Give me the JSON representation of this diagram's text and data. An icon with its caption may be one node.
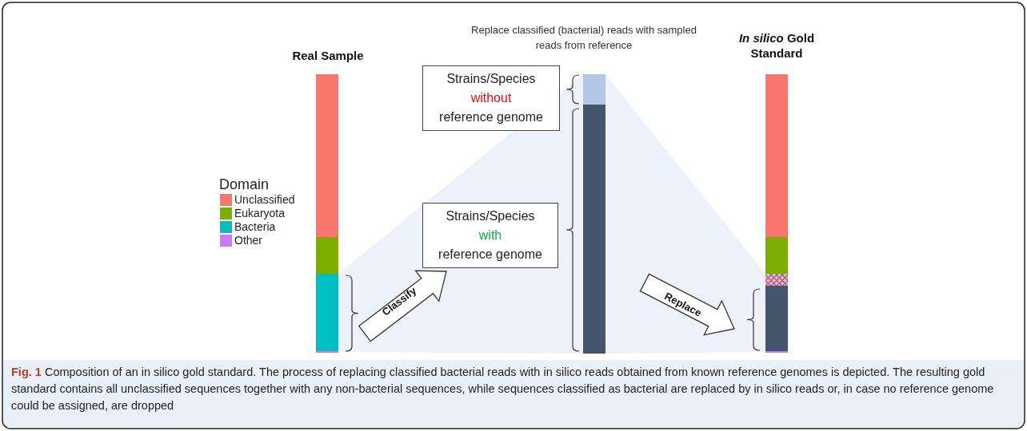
{
  "diagram": {
    "caption": "**Fig. 1** Composition of an in silico gold standard. The process of replacing classified bacterial reads with in silico reads obtained from known reference genomes is depicted. The resulting gold standard contains all unclassified sequences together with any non-bacterial sequences, while sequences classified as bacterial are replaced by in silico reads or, in case no reference genome could be assigned, are dropped",
    "nodes": [
      {
        "text": [
          "Real Sample"
        ]
      },
      {
        "text": [
          "Strains/Species",
          "without",
          "reference genome"
        ]
      },
      {
        "text": [
          "Strains/Species",
          "with",
          "reference genome"
        ]
      },
      {
        "text": [
          "Replace classified (bacterial) reads with sampled reads from reference"
        ]
      },
      {
        "text": [
          "*In silico* Gold Standard"
        ]
      }
    ],
    "edges": [
      {
        "from": 0,
        "to": 2,
        "arrow": "to",
        "label": "Classify"
      },
      {
        "from": 3,
        "to": 4,
        "arrow": "to",
        "label": "Replace"
      }
    ],
    "labels": [
      "Domain"
    ],
    "legend": [
      {
        "text": "Unclassified",
        "color": "#f8766d"
      },
      {
        "text": "Eukaryota",
        "color": "#7cae00"
      },
      {
        "text": "Bacteria",
        "color": "#00bfc4"
      },
      {
        "text": "Other",
        "color": "#c77cff"
      }
    ]
  }
}
